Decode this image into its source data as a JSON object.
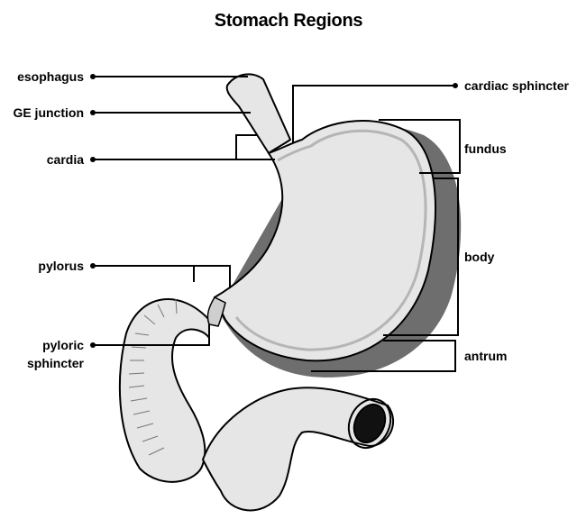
{
  "title": "Stomach Regions",
  "labels": {
    "esophagus": "esophagus",
    "ge_junction": "GE junction",
    "cardia": "cardia",
    "pylorus": "pylorus",
    "pyloric_sphincter_line1": "pyloric",
    "pyloric_sphincter_line2": "sphincter",
    "cardiac_sphincter": "cardiac sphincter",
    "fundus": "fundus",
    "body": "body",
    "antrum": "antrum"
  },
  "colors": {
    "fill": "#e6e6e6",
    "outline": "#000000",
    "wall": "#c8c8c8",
    "shadow": "#555555"
  }
}
